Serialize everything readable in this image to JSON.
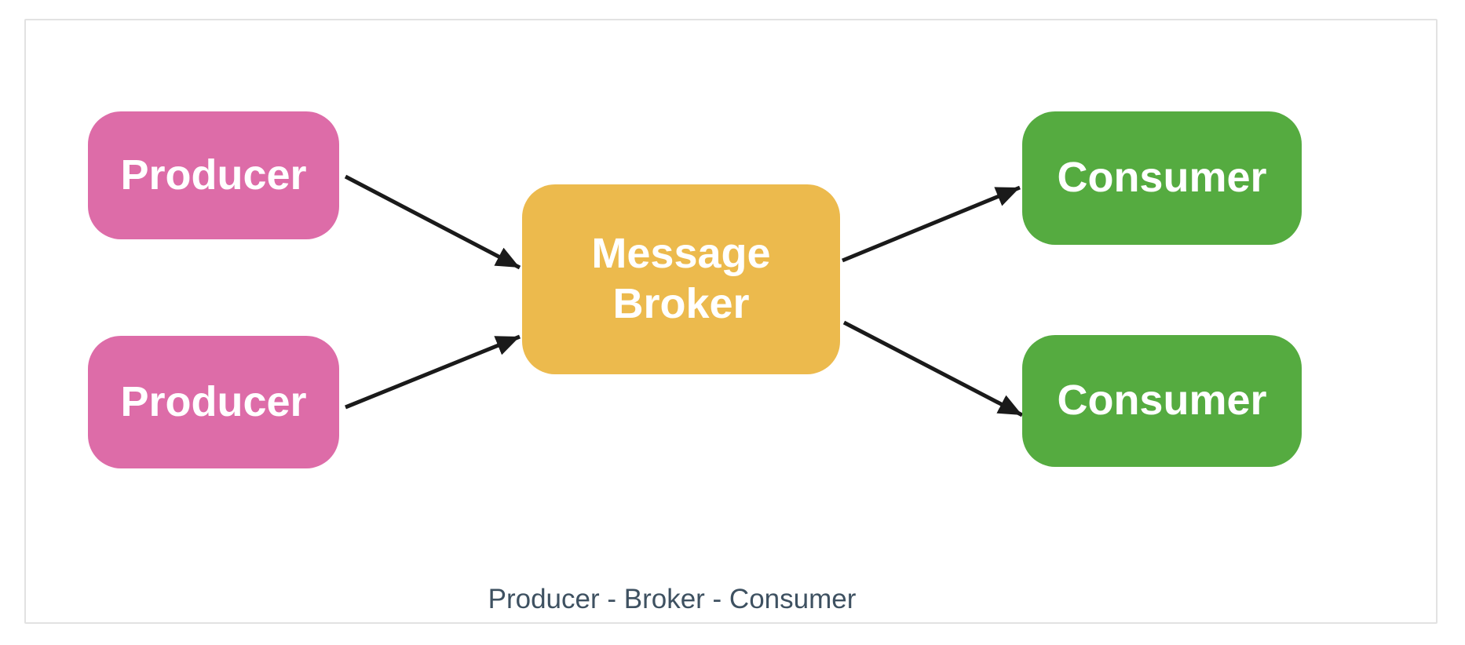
{
  "page": {
    "background": "#ffffff",
    "frame_border_color": "#e2e2e2"
  },
  "diagram": {
    "type": "flowchart",
    "direction": "left-to-right",
    "nodes": {
      "producer1": {
        "label": "Producer",
        "color": "#dd6ca8",
        "text_color": "#ffffff"
      },
      "producer2": {
        "label": "Producer",
        "color": "#dd6ca8",
        "text_color": "#ffffff"
      },
      "broker": {
        "label": "Message Broker",
        "color": "#ecba4d",
        "text_color": "#ffffff"
      },
      "consumer1": {
        "label": "Consumer",
        "color": "#55ab40",
        "text_color": "#ffffff"
      },
      "consumer2": {
        "label": "Consumer",
        "color": "#55ab40",
        "text_color": "#ffffff"
      }
    },
    "edges": [
      {
        "from": "producer1",
        "to": "broker"
      },
      {
        "from": "producer2",
        "to": "broker"
      },
      {
        "from": "broker",
        "to": "consumer1"
      },
      {
        "from": "broker",
        "to": "consumer2"
      }
    ],
    "edge_color": "#1a1a1a",
    "caption": {
      "text": "Producer - Broker - Consumer",
      "color": "#3e5161"
    }
  }
}
